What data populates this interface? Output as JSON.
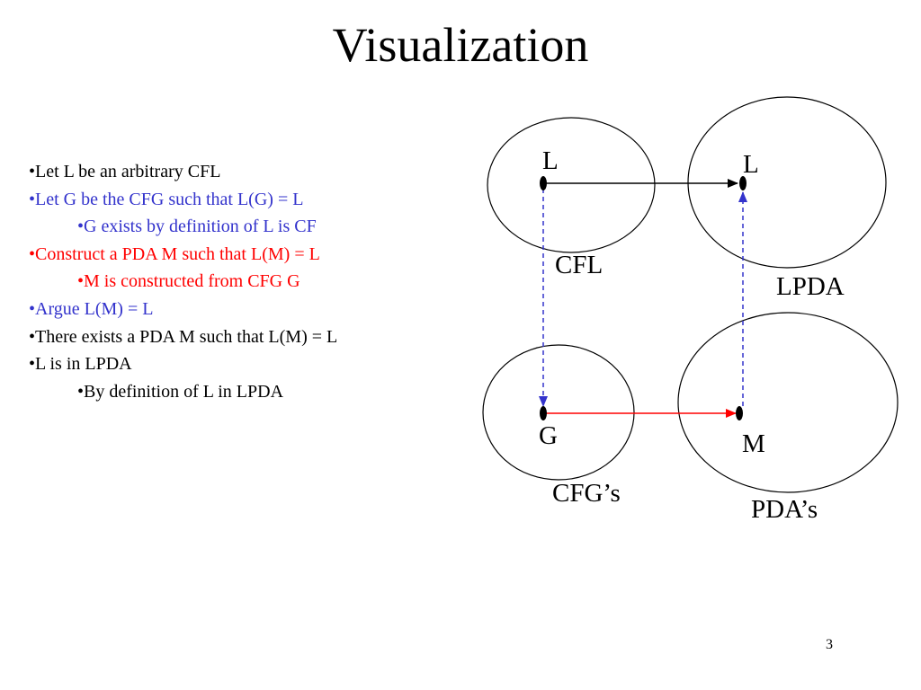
{
  "slide": {
    "title": "Visualization",
    "page_number": "3"
  },
  "colors": {
    "black": "#000000",
    "blue": "#3333CC",
    "red": "#FF0000",
    "dashed_arrow": "#3333CC",
    "solid_arrow_red": "#FF0000"
  },
  "bullets": [
    {
      "text": "•Let L be an arbitrary CFL",
      "level": 1,
      "color": "#000000"
    },
    {
      "text": "•Let G be the CFG such that L(G) = L",
      "level": 1,
      "color": "#3333CC"
    },
    {
      "text": "•G exists by definition of L is CF",
      "level": 2,
      "color": "#3333CC"
    },
    {
      "text": "•Construct a PDA M such that L(M) = L",
      "level": 1,
      "color": "#FF0000"
    },
    {
      "text": "•M is constructed from CFG G",
      "level": 2,
      "color": "#FF0000"
    },
    {
      "text": "•Argue L(M) = L",
      "level": 1,
      "color": "#3333CC"
    },
    {
      "text": "•There exists a PDA M such that L(M) = L",
      "level": 1,
      "color": "#000000"
    },
    {
      "text": "•L is in LPDA",
      "level": 1,
      "color": "#000000"
    },
    {
      "text": "•By definition of L in LPDA",
      "level": 2,
      "color": "#000000"
    }
  ],
  "diagram": {
    "sets": {
      "cfl": "CFL",
      "lpda": "LPDA",
      "cfgs": "CFG’s",
      "pdas": "PDA’s"
    },
    "nodes": {
      "l_in_cfl": "L",
      "l_in_lpda": "L",
      "g": "G",
      "m": "M"
    }
  }
}
